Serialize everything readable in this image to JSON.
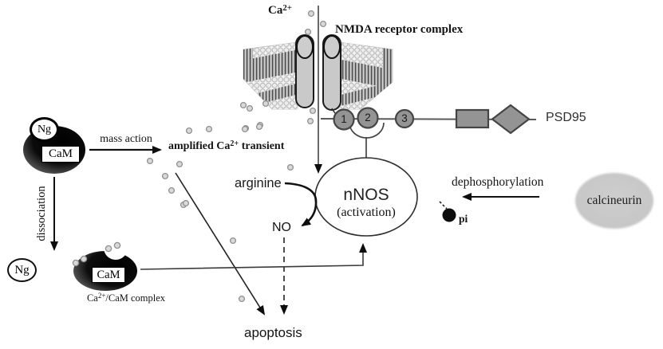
{
  "diagram": {
    "top": {
      "ca_base": "Ca",
      "ca_sup": "2+",
      "nmda": "NMDA receptor complex"
    },
    "psd": {
      "label": "PSD95",
      "domains": [
        "1",
        "2",
        "3"
      ]
    },
    "left": {
      "ng": "Ng",
      "cam": "CaM",
      "mass_action": "mass action",
      "amplified_pre": "amplified ",
      "amplified_ca": "Ca",
      "amplified_sup": "2+",
      "amplified_post": " transient",
      "dissociation": "dissociation",
      "ng2": "Ng",
      "cam2": "CaM",
      "complex_ca": "Ca",
      "complex_sup": "2+",
      "complex_post": "/CaM complex"
    },
    "center": {
      "arginine": "arginine",
      "no": "NO",
      "nnos": "nNOS",
      "activation": "(activation)",
      "apoptosis": "apoptosis"
    },
    "right": {
      "dephosphorylation": "dephosphorylation",
      "calcineurin": "calcineurin",
      "pi": "pi"
    }
  },
  "colors": {
    "psd_gray": "#949494",
    "ion_fill": "#d9d9d9",
    "channel_fill": "#c9c9c9",
    "calcineurin_fill": "#c8c8c8",
    "arrow_black": "#111111",
    "membrane_head": "#ececec"
  }
}
